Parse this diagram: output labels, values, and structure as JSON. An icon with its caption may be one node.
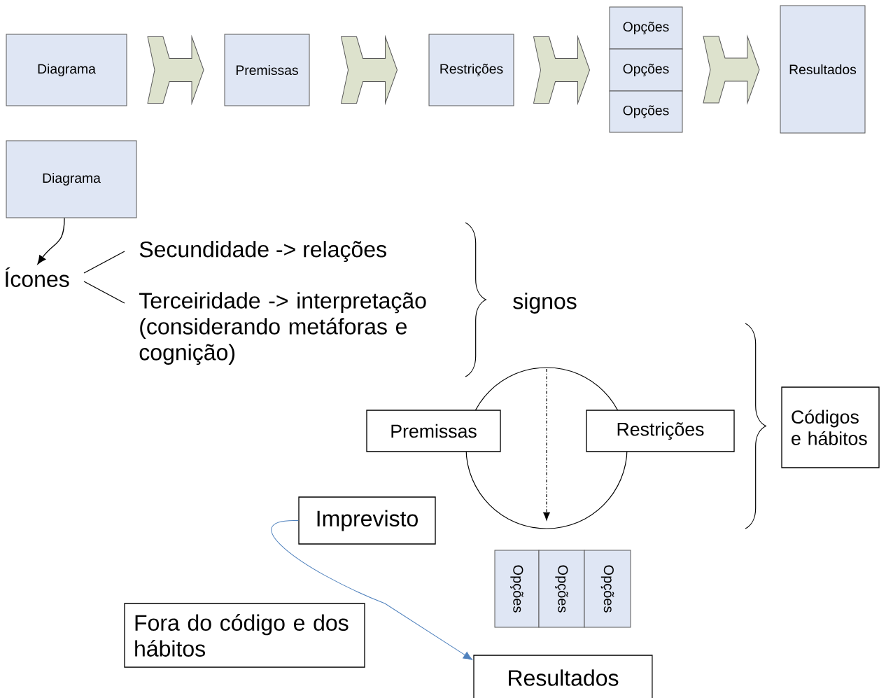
{
  "diagram": {
    "nodes": [
      {
        "text": [
          "Diagrama"
        ]
      },
      {
        "text": [
          "Premissas"
        ]
      },
      {
        "text": [
          "Restrições"
        ]
      },
      {
        "text": [
          "Opções"
        ]
      },
      {
        "text": [
          "Opções"
        ]
      },
      {
        "text": [
          "Opções"
        ]
      },
      {
        "text": [
          "Resultados"
        ]
      },
      {
        "text": [
          "Diagrama"
        ]
      },
      {
        "text": [
          "Ícones"
        ]
      },
      {
        "text": [
          "Secundidade -> relações"
        ]
      },
      {
        "text": [
          "Terceiridade -> interpretação (considerando metáforas e cognição)"
        ]
      },
      {
        "text": [],
        "shape": "circle"
      },
      {
        "text": [
          "Premissas"
        ]
      },
      {
        "text": [
          "Restrições"
        ]
      },
      {
        "text": [
          "Códigos e hábitos"
        ]
      },
      {
        "text": [
          "Imprevisto"
        ]
      },
      {
        "text": [
          "Fora do código e dos hábitos"
        ]
      },
      {
        "text": [
          "Opções"
        ]
      },
      {
        "text": [
          "Opções"
        ]
      },
      {
        "text": [
          "Opções"
        ]
      },
      {
        "text": [
          "Resultados"
        ]
      }
    ],
    "edges": [
      {
        "from": 0,
        "to": 1,
        "arrow": "to"
      },
      {
        "from": 1,
        "to": 2,
        "arrow": "to"
      },
      {
        "from": 2,
        "to": 4,
        "arrow": "to"
      },
      {
        "from": 4,
        "to": 6,
        "arrow": "to"
      },
      {
        "from": 7,
        "to": 8,
        "arrow": "to"
      },
      {
        "from": 8,
        "to": 9,
        "arrow": "none"
      },
      {
        "from": 8,
        "to": 10,
        "arrow": "none"
      },
      {
        "from": 15,
        "to": 20,
        "arrow": "to",
        "color": "#4f81bd"
      }
    ],
    "labels": [
      "signos"
    ]
  }
}
